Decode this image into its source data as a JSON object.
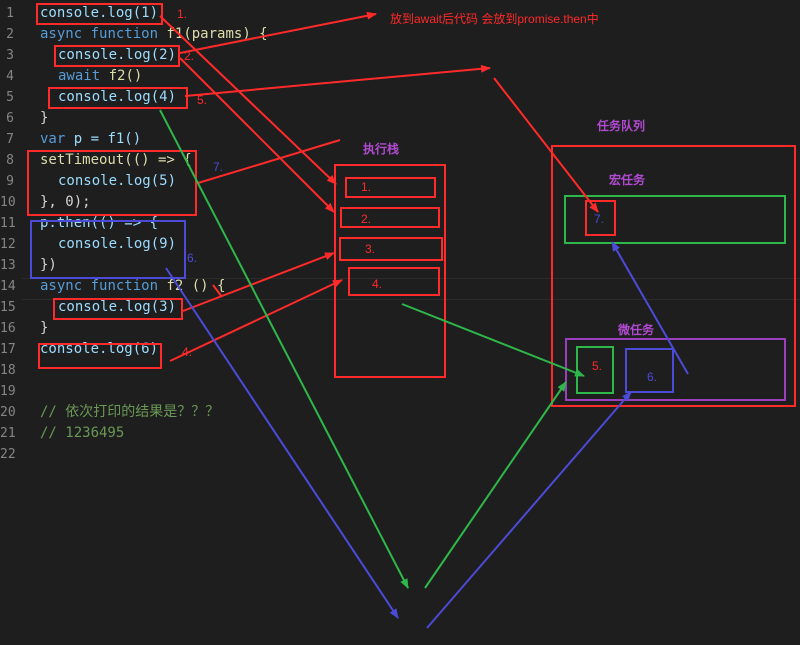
{
  "line_numbers": [
    "1",
    "2",
    "3",
    "4",
    "5",
    "6",
    "7",
    "8",
    "9",
    "10",
    "11",
    "12",
    "13",
    "14",
    "15",
    "16",
    "17",
    "18",
    "19",
    "20",
    "21",
    "22"
  ],
  "code": {
    "l1_call": "console.log(1)",
    "l2_async": "async",
    "l2_function": "function",
    "l2_name": "f1(params) {",
    "l3_call": "console.log(2)",
    "l4_await": "await",
    "l4_call": "f2()",
    "l5_call": "console.log(4)",
    "l6": "}",
    "l7_var": "var",
    "l7_rest": "p = f1()",
    "l8": "setTimeout(() => {",
    "l9": "console.log(5)",
    "l10": "}, 0);",
    "l11": "p.then(() => {",
    "l12": "console.log(9)",
    "l13": "})",
    "l14_async": "async",
    "l14_function": "function",
    "l14_rest": "f2 () {",
    "l15": "console.log(3)",
    "l16": "}",
    "l17": "console.log(6)",
    "l20": "// 依次打印的结果是？？？",
    "l21": "// 1236495"
  },
  "annotations": {
    "n1": "1.",
    "n2": "2.",
    "n4": "4.",
    "n5": "5.",
    "n6": "6.",
    "n7": "7.",
    "await_note": "放到await后代码 会放到promise.then中"
  },
  "stack": {
    "title": "执行栈",
    "slots": [
      "1.",
      "2.",
      "3.",
      "4."
    ]
  },
  "queue": {
    "title": "任务队列",
    "macro_title": "宏任务",
    "macro_item": "7.",
    "micro_title": "微任务",
    "micro_items": [
      "5.",
      "6."
    ]
  },
  "colors": {
    "red": "#ff2a2a",
    "green": "#2fb84a",
    "blue": "#4b4bd8",
    "purple": "#9b3fbf"
  }
}
